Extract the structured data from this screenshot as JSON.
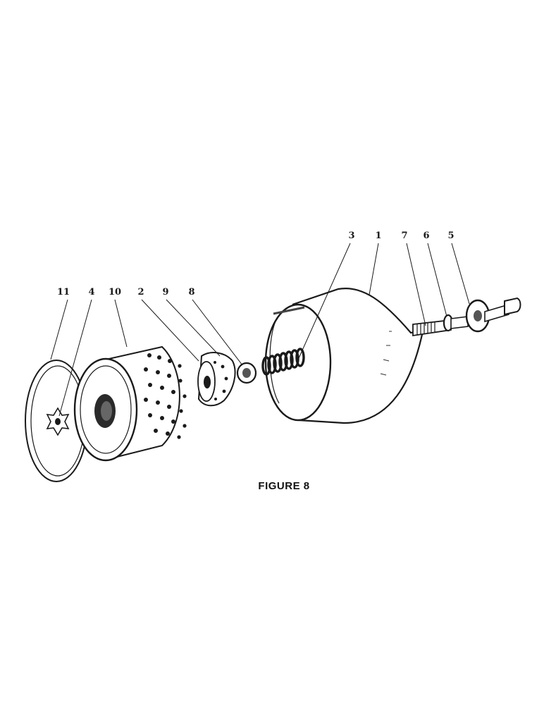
{
  "caption": "FIGURE 8",
  "callouts": {
    "c11": "11",
    "c4": "4",
    "c10": "10",
    "c2": "2",
    "c9": "9",
    "c8": "8",
    "c3": "3",
    "c1": "1",
    "c7": "7",
    "c6": "6",
    "c5": "5"
  },
  "colors": {
    "ink": "#1a1a1a",
    "paper": "#ffffff"
  }
}
